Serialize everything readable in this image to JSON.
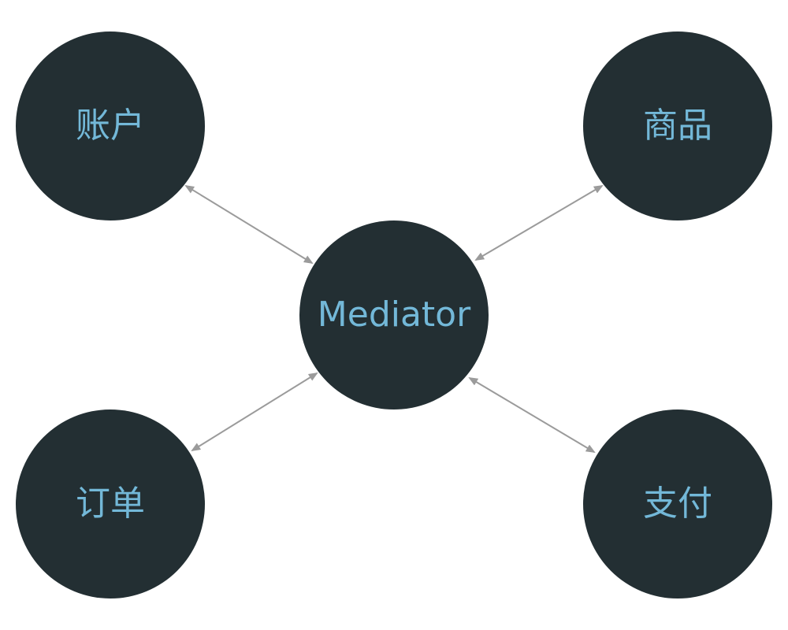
{
  "colors": {
    "background": "#ffffff",
    "node_fill": "#232f33",
    "label_text": "#73b8d8",
    "arrow": "#9b9b9b"
  },
  "nodes": {
    "account": {
      "label": "账户"
    },
    "product": {
      "label": "商品"
    },
    "mediator": {
      "label": "Mediator"
    },
    "order": {
      "label": "订单"
    },
    "payment": {
      "label": "支付"
    }
  }
}
